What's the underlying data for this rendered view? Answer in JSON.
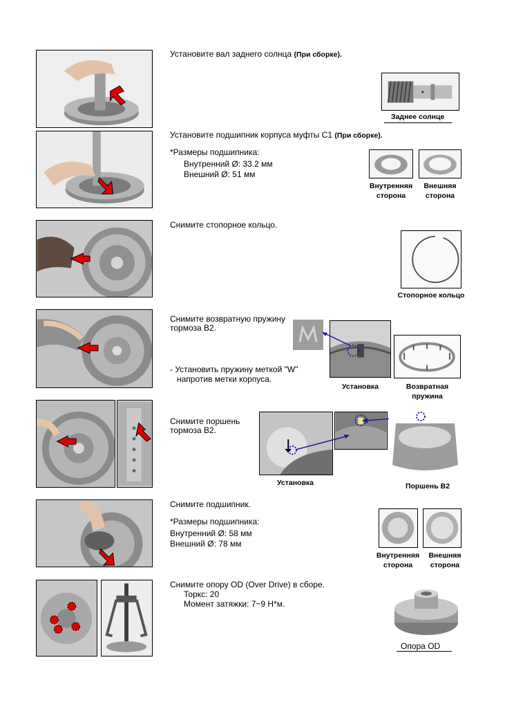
{
  "steps": [
    {
      "instruction": "Установите вал заднего солнца",
      "suffix": "(При сборке).",
      "caption": "Заднее солнце"
    },
    {
      "instruction": "Установите подшипник корпуса муфты C1",
      "suffix": "(При сборке).",
      "sizes_title": "*Размеры подшипника:",
      "inner": "Внутренний Ø: 33.2 мм",
      "outer": "Внешний Ø: 51 мм",
      "cap_inner_1": "Внутренняя",
      "cap_inner_2": "сторона",
      "cap_outer_1": "Внешняя",
      "cap_outer_2": "сторона"
    },
    {
      "instruction": "Снимите стопорное кольцо.",
      "caption": "Стопорное кольцо"
    },
    {
      "instruction_1": "Снимите возвратную пружину",
      "instruction_2": "тормоза B2.",
      "note_1": "- Установить пружину меткой \"W\"",
      "note_2": "напротив метки корпуса.",
      "cap_install": "Установка",
      "cap_spring_1": "Возвратная",
      "cap_spring_2": "пружина"
    },
    {
      "instruction_1": "Снимите поршень",
      "instruction_2": "тормоза B2.",
      "cap_install": "Установка",
      "cap_piston": "Поршень B2"
    },
    {
      "instruction": "Снимите подшипник.",
      "sizes_title": "*Размеры подшипника:",
      "inner": "Внутренний Ø: 58 мм",
      "outer": "Внешний Ø: 78 мм",
      "cap_inner_1": "Внутренняя",
      "cap_inner_2": "сторона",
      "cap_outer_1": "Внешняя",
      "cap_outer_2": "сторона"
    },
    {
      "instruction": "Снимите опору OD (Over Drive) в сборе.",
      "torx": "Торкс:  20",
      "torque": "Момент затяжки: 7~9 Н*м.",
      "caption": "Опора  OD"
    }
  ],
  "colors": {
    "arrow": "#e00000",
    "marker": "#1a1aa0",
    "photo_bg": "#cfcfcf",
    "metal": "#a8a8a8"
  }
}
